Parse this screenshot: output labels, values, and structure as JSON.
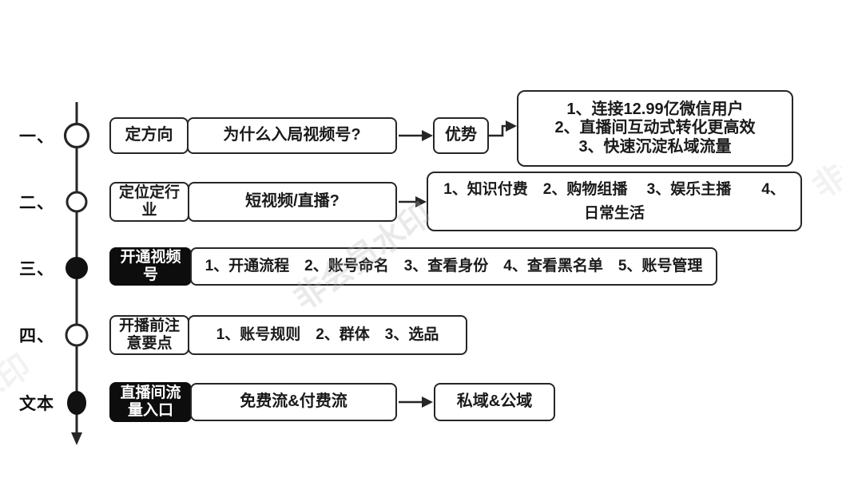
{
  "watermark": {
    "text": "非会员水印"
  },
  "timeline": {
    "items": [
      {
        "label": "一、",
        "filled": false
      },
      {
        "label": "二、",
        "filled": false
      },
      {
        "label": "三、",
        "filled": true
      },
      {
        "label": "四、",
        "filled": false
      },
      {
        "label": "文本",
        "filled": true
      }
    ]
  },
  "row1": {
    "tag": "定方向",
    "question": "为什么入局视频号?",
    "node": "优势",
    "points": [
      "1、连接12.99亿微信用户",
      "2、直播间互动式转化更高效",
      "3、快速沉淀私域流量"
    ]
  },
  "row2": {
    "tag": "定位定行业",
    "question": "短视频/直播?",
    "detail": "1、知识付费　2、购物组播　 3、娱乐主播　　4、日常生活"
  },
  "row3": {
    "tag": "开通视频号",
    "items": "1、开通流程　2、账号命名　3、查看身份　4、查看黑名单　5、账号管理"
  },
  "row4": {
    "tag": "开播前注意要点",
    "items": "1、账号规则　2、群体　3、选品"
  },
  "row5": {
    "tag": "直播间流量入口",
    "flow": "免费流&付费流",
    "target": "私域&公域"
  },
  "colors": {
    "line": "#262626",
    "dark_box_bg": "#0d0d0d",
    "text": "#1a1a1a"
  }
}
